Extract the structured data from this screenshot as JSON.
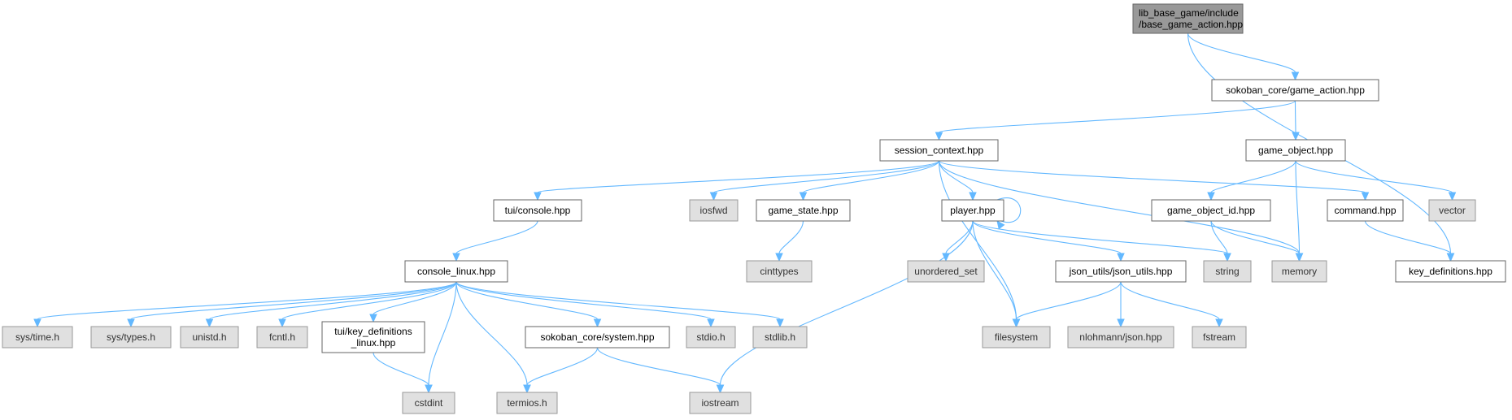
{
  "graph": {
    "nodes": [
      {
        "id": "root",
        "lines": [
          "lib_base_game/include",
          "/base_game_action.hpp"
        ],
        "kind": "root"
      },
      {
        "id": "ga",
        "lines": [
          "sokoban_core/game_action.hpp"
        ],
        "kind": "user"
      },
      {
        "id": "sc",
        "lines": [
          "session_context.hpp"
        ],
        "kind": "user"
      },
      {
        "id": "go",
        "lines": [
          "game_object.hpp"
        ],
        "kind": "user"
      },
      {
        "id": "tc",
        "lines": [
          "tui/console.hpp"
        ],
        "kind": "user"
      },
      {
        "id": "iosfwd",
        "lines": [
          "iosfwd"
        ],
        "kind": "sys"
      },
      {
        "id": "gs",
        "lines": [
          "game_state.hpp"
        ],
        "kind": "user"
      },
      {
        "id": "pl",
        "lines": [
          "player.hpp"
        ],
        "kind": "user"
      },
      {
        "id": "goid",
        "lines": [
          "game_object_id.hpp"
        ],
        "kind": "user"
      },
      {
        "id": "cmd",
        "lines": [
          "command.hpp"
        ],
        "kind": "user"
      },
      {
        "id": "vector",
        "lines": [
          "vector"
        ],
        "kind": "sys"
      },
      {
        "id": "cl",
        "lines": [
          "console_linux.hpp"
        ],
        "kind": "user"
      },
      {
        "id": "cinttypes",
        "lines": [
          "cinttypes"
        ],
        "kind": "sys"
      },
      {
        "id": "uset",
        "lines": [
          "unordered_set"
        ],
        "kind": "sys"
      },
      {
        "id": "ju",
        "lines": [
          "json_utils/json_utils.hpp"
        ],
        "kind": "user"
      },
      {
        "id": "string",
        "lines": [
          "string"
        ],
        "kind": "sys"
      },
      {
        "id": "memory",
        "lines": [
          "memory"
        ],
        "kind": "sys"
      },
      {
        "id": "kd",
        "lines": [
          "key_definitions.hpp"
        ],
        "kind": "user"
      },
      {
        "id": "systime",
        "lines": [
          "sys/time.h"
        ],
        "kind": "sys"
      },
      {
        "id": "systypes",
        "lines": [
          "sys/types.h"
        ],
        "kind": "sys"
      },
      {
        "id": "unistd",
        "lines": [
          "unistd.h"
        ],
        "kind": "sys"
      },
      {
        "id": "fcntl",
        "lines": [
          "fcntl.h"
        ],
        "kind": "sys"
      },
      {
        "id": "kdl",
        "lines": [
          "tui/key_definitions",
          "_linux.hpp"
        ],
        "kind": "user"
      },
      {
        "id": "sys",
        "lines": [
          "sokoban_core/system.hpp"
        ],
        "kind": "user"
      },
      {
        "id": "stdio",
        "lines": [
          "stdio.h"
        ],
        "kind": "sys"
      },
      {
        "id": "stdlib",
        "lines": [
          "stdlib.h"
        ],
        "kind": "sys"
      },
      {
        "id": "fs",
        "lines": [
          "filesystem"
        ],
        "kind": "sys"
      },
      {
        "id": "nj",
        "lines": [
          "nlohmann/json.hpp"
        ],
        "kind": "sys"
      },
      {
        "id": "fstream",
        "lines": [
          "fstream"
        ],
        "kind": "sys"
      },
      {
        "id": "cstdint",
        "lines": [
          "cstdint"
        ],
        "kind": "sys"
      },
      {
        "id": "termios",
        "lines": [
          "termios.h"
        ],
        "kind": "sys"
      },
      {
        "id": "iostream",
        "lines": [
          "iostream"
        ],
        "kind": "sys"
      }
    ],
    "edges": [
      [
        "root",
        "ga"
      ],
      [
        "root",
        "kd"
      ],
      [
        "ga",
        "sc"
      ],
      [
        "ga",
        "go"
      ],
      [
        "sc",
        "tc"
      ],
      [
        "sc",
        "iosfwd"
      ],
      [
        "sc",
        "gs"
      ],
      [
        "sc",
        "pl"
      ],
      [
        "sc",
        "cmd"
      ],
      [
        "sc",
        "memory"
      ],
      [
        "sc",
        "fs"
      ],
      [
        "go",
        "goid"
      ],
      [
        "go",
        "memory"
      ],
      [
        "go",
        "vector"
      ],
      [
        "tc",
        "cl"
      ],
      [
        "gs",
        "cinttypes"
      ],
      [
        "pl",
        "pl"
      ],
      [
        "pl",
        "uset"
      ],
      [
        "pl",
        "ju"
      ],
      [
        "pl",
        "string"
      ],
      [
        "pl",
        "fs"
      ],
      [
        "pl",
        "iostream"
      ],
      [
        "goid",
        "string"
      ],
      [
        "goid",
        "memory"
      ],
      [
        "cmd",
        "kd"
      ],
      [
        "cl",
        "systime"
      ],
      [
        "cl",
        "systypes"
      ],
      [
        "cl",
        "unistd"
      ],
      [
        "cl",
        "fcntl"
      ],
      [
        "cl",
        "kdl"
      ],
      [
        "cl",
        "cstdint"
      ],
      [
        "cl",
        "termios"
      ],
      [
        "cl",
        "sys"
      ],
      [
        "cl",
        "stdio"
      ],
      [
        "cl",
        "stdlib"
      ],
      [
        "kdl",
        "cstdint"
      ],
      [
        "sys",
        "termios"
      ],
      [
        "sys",
        "iostream"
      ],
      [
        "ju",
        "fs"
      ],
      [
        "ju",
        "nj"
      ],
      [
        "ju",
        "fstream"
      ]
    ]
  }
}
